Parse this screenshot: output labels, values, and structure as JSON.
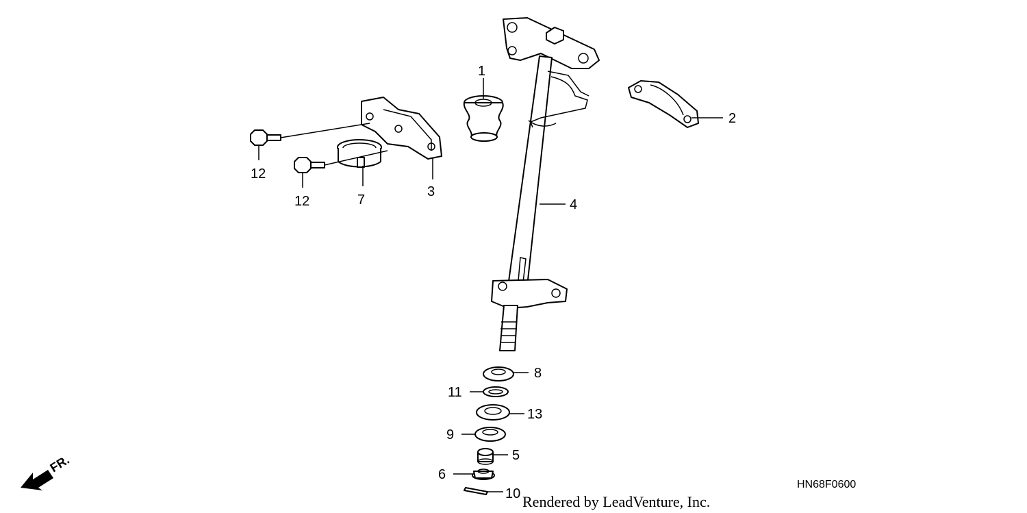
{
  "diagram_code": "HN68F0600",
  "credit": "Rendered by LeadVenture, Inc.",
  "direction_marker": {
    "text": "FR.",
    "icon": "front-direction-arrow-icon"
  },
  "callouts": [
    {
      "id": "1",
      "text": "1"
    },
    {
      "id": "2",
      "text": "2"
    },
    {
      "id": "3",
      "text": "3"
    },
    {
      "id": "4",
      "text": "4"
    },
    {
      "id": "5",
      "text": "5"
    },
    {
      "id": "6",
      "text": "6"
    },
    {
      "id": "7",
      "text": "7"
    },
    {
      "id": "8",
      "text": "8"
    },
    {
      "id": "9",
      "text": "9"
    },
    {
      "id": "10",
      "text": "10"
    },
    {
      "id": "11",
      "text": "11"
    },
    {
      "id": "12a",
      "text": "12"
    },
    {
      "id": "12b",
      "text": "12"
    },
    {
      "id": "13",
      "text": "13"
    }
  ]
}
